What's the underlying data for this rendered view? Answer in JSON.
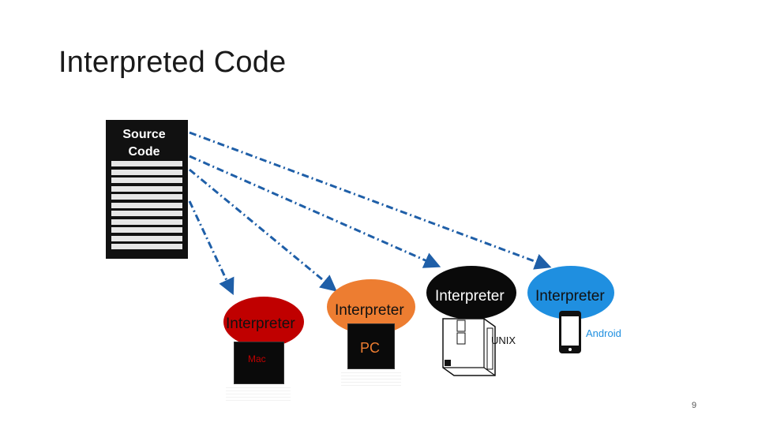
{
  "slide": {
    "title": "Interpreted Code",
    "page_number": "9"
  },
  "source": {
    "label": "Source\nCode",
    "line_count": 11
  },
  "interpreters": [
    {
      "label": "Interpreter",
      "platform": "Mac",
      "bubble_color": "#c00000",
      "label_color": "#111111"
    },
    {
      "label": "Interpreter",
      "platform": "PC",
      "bubble_color": "#ed7d31",
      "label_color": "#111111"
    },
    {
      "label": "Interpreter",
      "platform": "UNIX",
      "bubble_color": "#0a0a0a",
      "label_color": "#ffffff"
    },
    {
      "label": "Interpreter",
      "platform": "Android",
      "bubble_color": "#1f8fe0",
      "label_color": "#111111"
    }
  ],
  "colors": {
    "arrow": "#1f5fa8"
  }
}
